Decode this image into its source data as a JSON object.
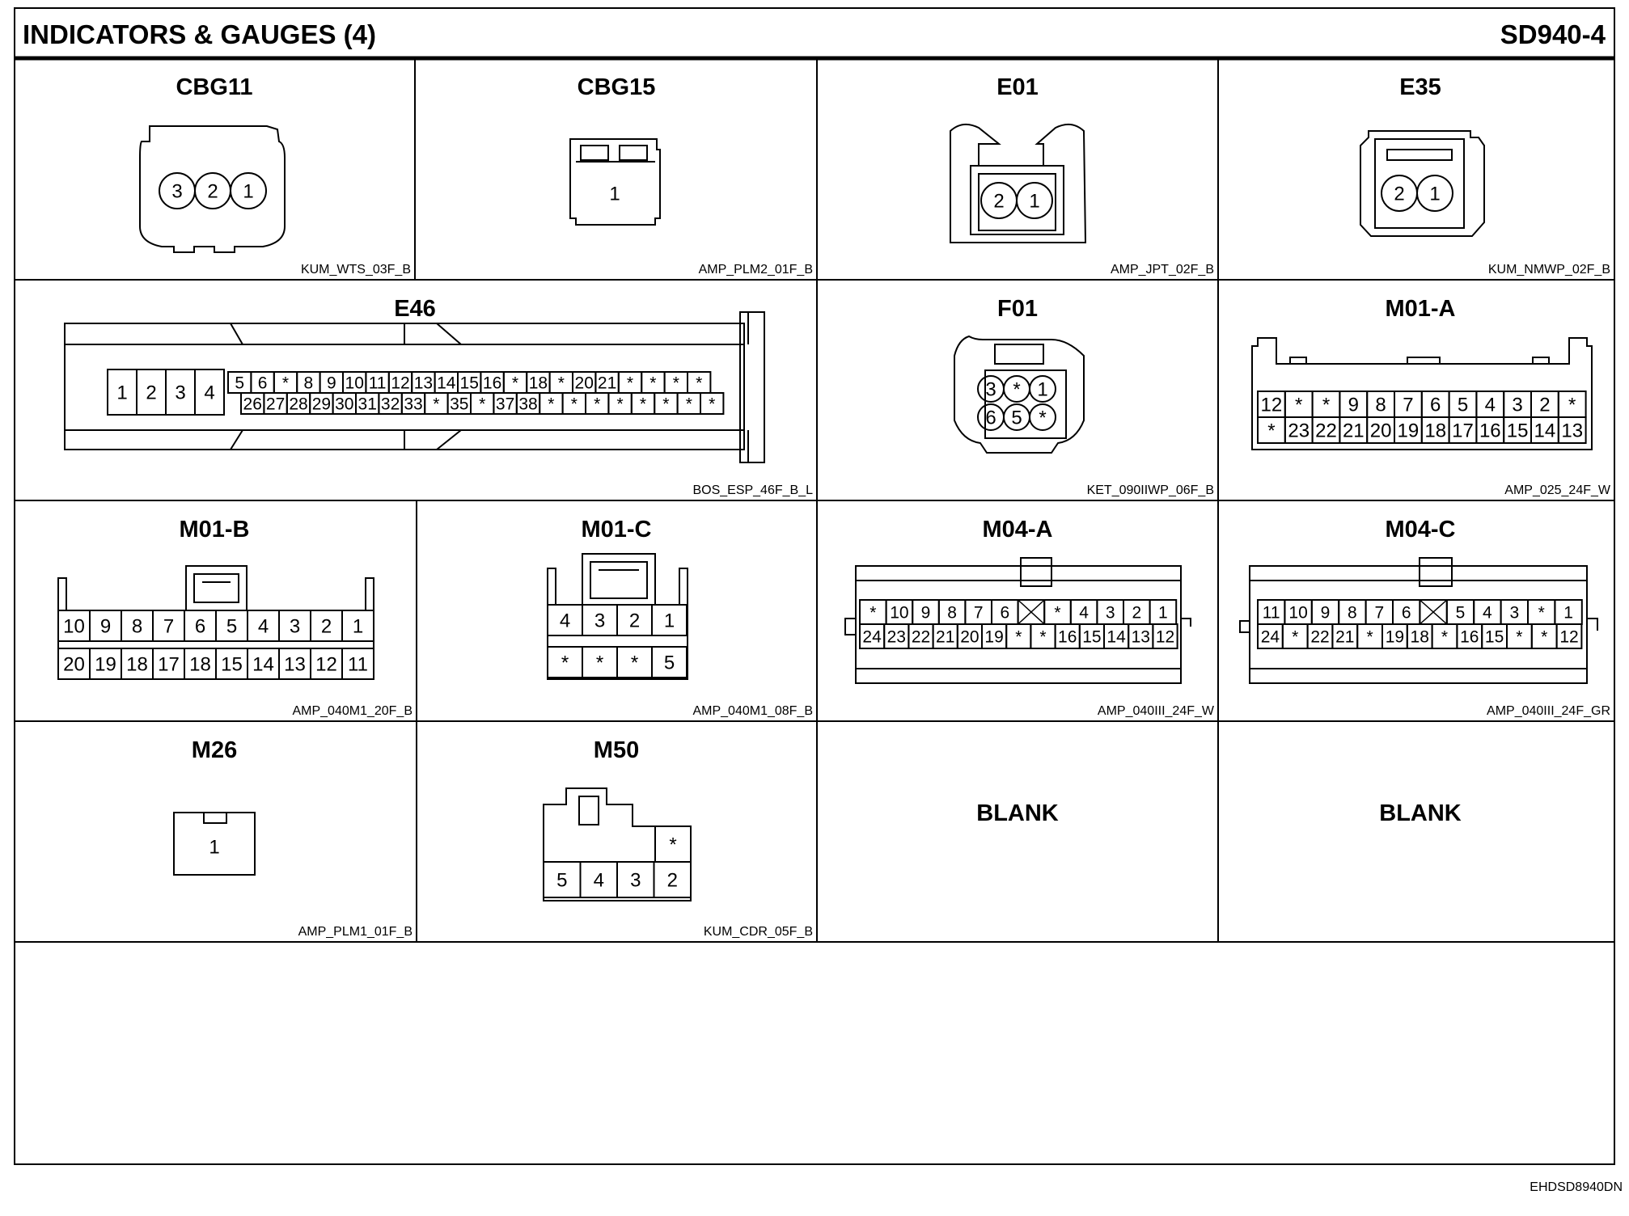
{
  "header": {
    "title": "INDICATORS & GAUGES (4)",
    "page_code": "SD940-4"
  },
  "footer": {
    "doc_id": "EHDSD8940DN"
  },
  "connectors": [
    {
      "name": "CBG11",
      "part": "KUM_WTS_03F_B",
      "pins": [
        "3",
        "2",
        "1"
      ]
    },
    {
      "name": "CBG15",
      "part": "AMP_PLM2_01F_B",
      "pins": [
        "1"
      ]
    },
    {
      "name": "E01",
      "part": "AMP_JPT_02F_B",
      "pins": [
        "2",
        "1"
      ]
    },
    {
      "name": "E35",
      "part": "KUM_NMWP_02F_B",
      "pins": [
        "2",
        "1"
      ]
    },
    {
      "name": "E46",
      "part": "BOS_ESP_46F_B_L",
      "pins_left": [
        "1",
        "2",
        "3",
        "4"
      ],
      "pins_top": [
        "5",
        "6",
        "*",
        "8",
        "9",
        "10",
        "11",
        "12",
        "13",
        "14",
        "15",
        "16",
        "*",
        "18",
        "*",
        "20",
        "21",
        "*",
        "*",
        "*",
        "*"
      ],
      "pins_bottom": [
        "26",
        "27",
        "28",
        "29",
        "30",
        "31",
        "32",
        "33",
        "*",
        "35",
        "*",
        "37",
        "38",
        "*",
        "*",
        "*",
        "*",
        "*",
        "*",
        "*",
        "*"
      ]
    },
    {
      "name": "F01",
      "part": "KET_090IIWP_06F_B",
      "pins_top": [
        "3",
        "*",
        "1"
      ],
      "pins_bottom": [
        "6",
        "5",
        "*"
      ]
    },
    {
      "name": "M01-A",
      "part": "AMP_025_24F_W",
      "pins_top": [
        "12",
        "*",
        "*",
        "9",
        "8",
        "7",
        "6",
        "5",
        "4",
        "3",
        "2",
        "*"
      ],
      "pins_bottom": [
        "*",
        "23",
        "22",
        "21",
        "20",
        "19",
        "18",
        "17",
        "16",
        "15",
        "14",
        "13"
      ]
    },
    {
      "name": "M01-B",
      "part": "AMP_040M1_20F_B",
      "pins_top": [
        "10",
        "9",
        "8",
        "7",
        "6",
        "5",
        "4",
        "3",
        "2",
        "1"
      ],
      "pins_bottom": [
        "20",
        "19",
        "18",
        "17",
        "18",
        "15",
        "14",
        "13",
        "12",
        "11"
      ]
    },
    {
      "name": "M01-C",
      "part": "AMP_040M1_08F_B",
      "pins_top": [
        "4",
        "3",
        "2",
        "1"
      ],
      "pins_bottom": [
        "*",
        "*",
        "*",
        "5"
      ]
    },
    {
      "name": "M04-A",
      "part": "AMP_040III_24F_W",
      "pins_top": [
        "*",
        "10",
        "9",
        "8",
        "7",
        "6",
        "",
        "*",
        "4",
        "3",
        "2",
        "1"
      ],
      "pins_bottom": [
        "24",
        "23",
        "22",
        "21",
        "20",
        "19",
        "*",
        "*",
        "16",
        "15",
        "14",
        "13",
        "12"
      ]
    },
    {
      "name": "M04-C",
      "part": "AMP_040III_24F_GR",
      "pins_top": [
        "11",
        "10",
        "9",
        "8",
        "7",
        "6",
        "",
        "5",
        "4",
        "3",
        "*",
        "1"
      ],
      "pins_bottom": [
        "24",
        "*",
        "22",
        "21",
        "*",
        "19",
        "18",
        "*",
        "16",
        "15",
        "*",
        "*",
        "12"
      ]
    },
    {
      "name": "M26",
      "part": "AMP_PLM1_01F_B",
      "pins": [
        "1"
      ]
    },
    {
      "name": "M50",
      "part": "KUM_CDR_05F_B",
      "pins_top": [
        "*"
      ],
      "pins_bottom": [
        "5",
        "4",
        "3",
        "2"
      ]
    }
  ],
  "blanks": [
    "BLANK",
    "BLANK"
  ]
}
